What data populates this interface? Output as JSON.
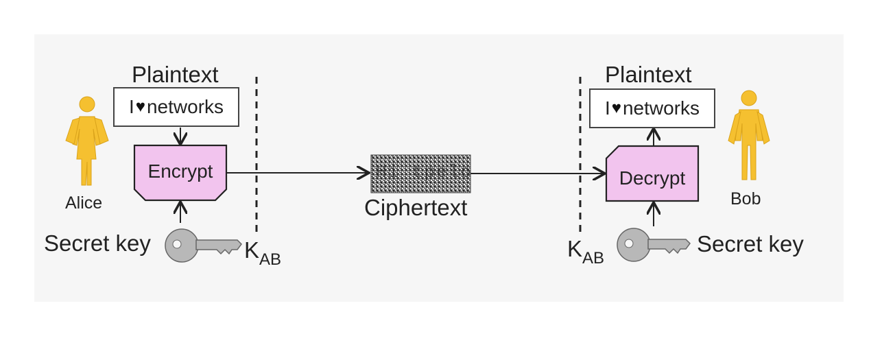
{
  "colors": {
    "box_fill": "#f2c4ee",
    "person": "#f5c030",
    "key": "#b8b8b8",
    "line": "#222222"
  },
  "alice": {
    "name": "Alice",
    "plaintext_title": "Plaintext",
    "plaintext_prefix": "I",
    "plaintext_suffix": "networks",
    "process": "Encrypt",
    "key_label": "Secret key",
    "k_main": "K",
    "k_sub": "AB"
  },
  "channel": {
    "ciphertext_label": "Ciphertext",
    "ciphertext_scribble": "Hi tpelo"
  },
  "bob": {
    "name": "Bob",
    "plaintext_title": "Plaintext",
    "plaintext_prefix": "I",
    "plaintext_suffix": "networks",
    "process": "Decrypt",
    "key_label": "Secret key",
    "k_main": "K",
    "k_sub": "AB"
  },
  "icons": {
    "heart": "heart-icon",
    "person": "person-icon",
    "key": "key-icon"
  }
}
